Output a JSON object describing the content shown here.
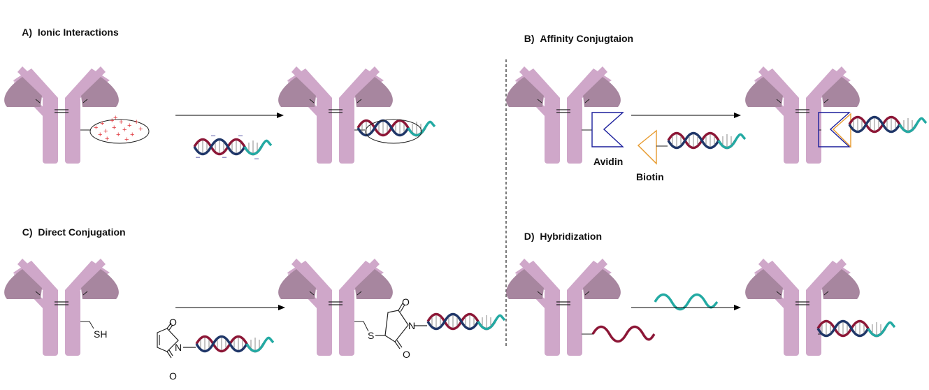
{
  "panels": {
    "a": {
      "letter": "A)",
      "title": "Ionic Interactions"
    },
    "b": {
      "letter": "B)",
      "title": "Affinity Conjugtaion",
      "avidin_label": "Avidin",
      "biotin_label": "Biotin"
    },
    "c": {
      "letter": "C)",
      "title": "Direct Conjugation",
      "thiol_label": "SH",
      "sulfur_label": "S",
      "oxygen_label": "O",
      "nitrogen_label": "N"
    },
    "d": {
      "letter": "D)",
      "title": "Hybridization"
    }
  },
  "charge_symbols": {
    "positive": "+",
    "negative": "–"
  },
  "colors": {
    "antibody_body": "#cfa7c9",
    "antibody_arm": "#a7869f",
    "dna_strand_red": "#8c1636",
    "dna_strand_navy": "#1f3668",
    "dna_strand_teal": "#23aaa3",
    "avidin": "#1b1f9c",
    "biotin": "#e79a2d",
    "positive_charge": "#e0393f",
    "negative_charge": "#2e2b8f"
  }
}
